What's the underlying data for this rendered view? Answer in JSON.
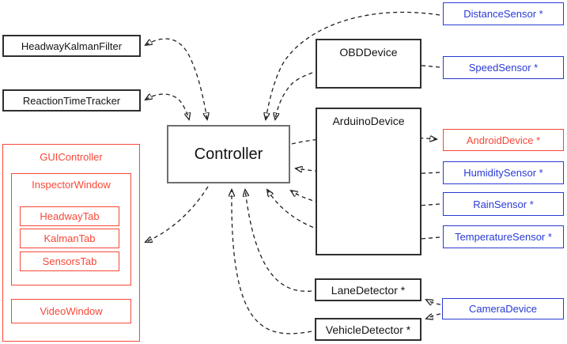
{
  "diagram": {
    "type": "component-collaboration-diagram",
    "colors": {
      "red": "#f84838",
      "blue": "#2a3ad5",
      "ink": "#1f1f1f",
      "background": "#ffffff"
    },
    "nodes": {
      "controller": {
        "label": "Controller",
        "color": "black"
      },
      "headway_kalman_filter": {
        "label": "HeadwayKalmanFilter",
        "color": "black"
      },
      "reaction_time_tracker": {
        "label": "ReactionTimeTracker",
        "color": "black"
      },
      "gui_controller": {
        "label": "GUIController",
        "color": "red"
      },
      "inspector_window": {
        "label": "InspectorWindow",
        "color": "red"
      },
      "headway_tab": {
        "label": "HeadwayTab",
        "color": "red"
      },
      "kalman_tab": {
        "label": "KalmanTab",
        "color": "red"
      },
      "sensors_tab": {
        "label": "SensorsTab",
        "color": "red"
      },
      "video_window": {
        "label": "VideoWindow",
        "color": "red"
      },
      "obd_device": {
        "label": "OBDDevice",
        "color": "black"
      },
      "arduino_device": {
        "label": "ArduinoDevice",
        "color": "black"
      },
      "lane_detector": {
        "label": "LaneDetector *",
        "color": "black"
      },
      "vehicle_detector": {
        "label": "VehicleDetector *",
        "color": "black"
      },
      "distance_sensor": {
        "label": "DistanceSensor *",
        "color": "blue"
      },
      "speed_sensor": {
        "label": "SpeedSensor *",
        "color": "blue"
      },
      "android_device": {
        "label": "AndroidDevice *",
        "color": "red"
      },
      "humidity_sensor": {
        "label": "HumiditySensor *",
        "color": "blue"
      },
      "rain_sensor": {
        "label": "RainSensor *",
        "color": "blue"
      },
      "temperature_sensor": {
        "label": "TemperatureSensor *",
        "color": "blue"
      },
      "camera_device": {
        "label": "CameraDevice",
        "color": "blue"
      }
    },
    "edges": [
      {
        "from": "Controller",
        "to": "HeadwayKalmanFilter",
        "style": "dashed",
        "bidirectional": true
      },
      {
        "from": "Controller",
        "to": "ReactionTimeTracker",
        "style": "dashed",
        "bidirectional": true
      },
      {
        "from": "DistanceSensor",
        "to": "Controller",
        "style": "dashed",
        "bidirectional": false
      },
      {
        "from": "SpeedSensor",
        "to": "Controller",
        "style": "dashed",
        "bidirectional": false
      },
      {
        "from": "Controller",
        "to": "AndroidDevice",
        "style": "dashed",
        "bidirectional": false
      },
      {
        "from": "HumiditySensor",
        "to": "Controller",
        "style": "dashed",
        "bidirectional": false
      },
      {
        "from": "RainSensor",
        "to": "Controller",
        "style": "dashed",
        "bidirectional": false
      },
      {
        "from": "TemperatureSensor",
        "to": "Controller",
        "style": "dashed",
        "bidirectional": false
      },
      {
        "from": "LaneDetector",
        "to": "Controller",
        "style": "dashed",
        "bidirectional": false
      },
      {
        "from": "VehicleDetector",
        "to": "Controller",
        "style": "dashed",
        "bidirectional": false
      },
      {
        "from": "Controller",
        "to": "GUIController",
        "style": "dashed",
        "bidirectional": false
      },
      {
        "from": "CameraDevice",
        "to": "LaneDetector",
        "style": "dashed",
        "bidirectional": false
      },
      {
        "from": "CameraDevice",
        "to": "VehicleDetector",
        "style": "dashed",
        "bidirectional": false
      }
    ]
  }
}
